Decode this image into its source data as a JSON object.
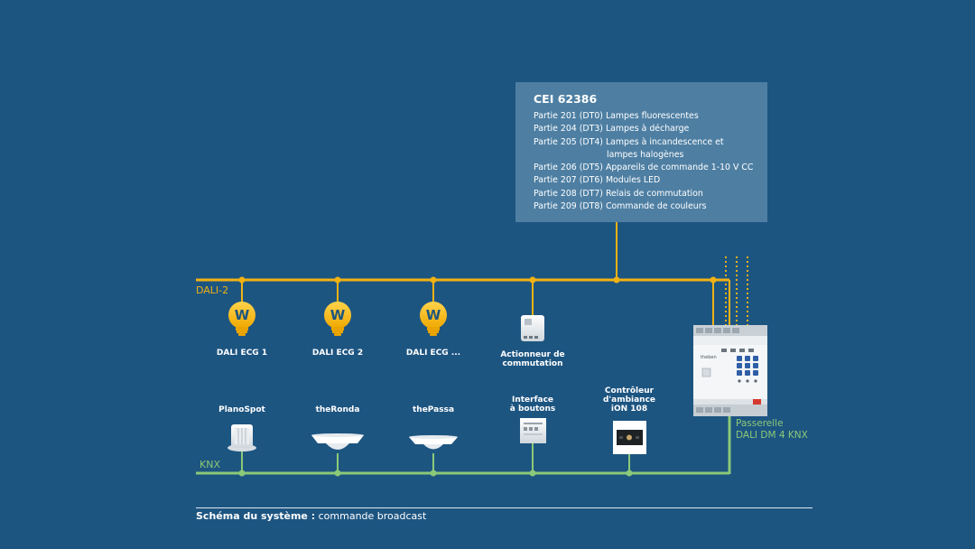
{
  "colors": {
    "background": "#1d5581",
    "dali": "#f2b213",
    "knx": "#8cc978",
    "box": "#4e7fa3"
  },
  "info_box": {
    "title": "CEI 62386",
    "lines": [
      "Partie 201 (DT0) Lampes fluorescentes",
      "Partie 204 (DT3) Lampes à décharge",
      "Partie 205 (DT4) Lampes à incandescence et",
      "lampes halogènes",
      "Partie 206 (DT5) Appareils de commande 1-10 V CC",
      "Partie 207 (DT6) Modules LED",
      "Partie 208 (DT7) Relais de commutation",
      "Partie 209 (DT8) Commande de couleurs"
    ]
  },
  "buses": {
    "dali": "DALI-2",
    "knx": "KNX"
  },
  "dali_devices": [
    {
      "name": "DALI ECG 1",
      "icon": "lamp-w-icon"
    },
    {
      "name": "DALI ECG 2",
      "icon": "lamp-w-icon"
    },
    {
      "name": "DALI ECG ...",
      "icon": "lamp-w-icon"
    },
    {
      "name": "Actionneur de\ncommutation",
      "icon": "switch-actuator-icon"
    }
  ],
  "knx_devices": [
    {
      "name": "PlanoSpot",
      "icon": "ceiling-sensor-icon"
    },
    {
      "name": "theRonda",
      "icon": "presence-detector-icon"
    },
    {
      "name": "thePassa",
      "icon": "presence-detector-icon"
    },
    {
      "name": "Interface\nà boutons",
      "icon": "button-interface-icon"
    },
    {
      "name": "Contrôleur\nd'ambiance\niON 108",
      "icon": "room-controller-icon"
    }
  ],
  "gateway": {
    "label": "Passerelle\nDALI DM 4 KNX",
    "icon": "din-rail-gateway-icon",
    "brand": "theben"
  },
  "caption": {
    "bold": "Schéma du système :",
    "text": " commande broadcast"
  }
}
